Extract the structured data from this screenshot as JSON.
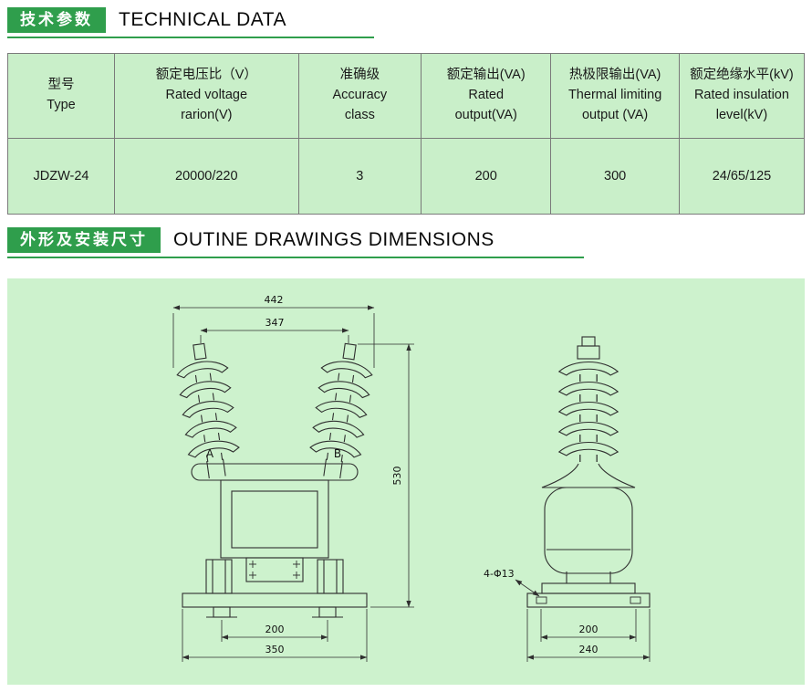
{
  "colors": {
    "accent_green": "#2f9e4c",
    "panel_bg": "#cdf2cd",
    "table_bg": "#c9efc9"
  },
  "sections": {
    "technical": {
      "badge": "技术参数",
      "title": "TECHNICAL DATA"
    },
    "drawings": {
      "badge": "外形及安装尺寸",
      "title": "OUTINE DRAWINGS DIMENSIONS"
    }
  },
  "table": {
    "headers": [
      "型号\nType",
      "额定电压比（V）\nRated voltage\nrarion(V)",
      "准确级\nAccuracy\nclass",
      "额定输出(VA)\nRated\noutput(VA)",
      "热极限输出(VA)\nThermal limiting\noutput (VA)",
      "额定绝缘水平(kV)\nRated insulation\nlevel(kV)"
    ],
    "row": [
      "JDZW-24",
      "20000/220",
      "3",
      "200",
      "300",
      "24/65/125"
    ]
  },
  "drawing": {
    "front": {
      "dim_width_outer": "442",
      "dim_width_inner": "347",
      "dim_height": "530",
      "dim_base_holes": "200",
      "dim_base_width": "350",
      "label_left_bushing": "A",
      "label_right_bushing": "B"
    },
    "side": {
      "hole_callout": "4-Φ13",
      "dim_base_holes": "200",
      "dim_base_width": "240"
    }
  }
}
